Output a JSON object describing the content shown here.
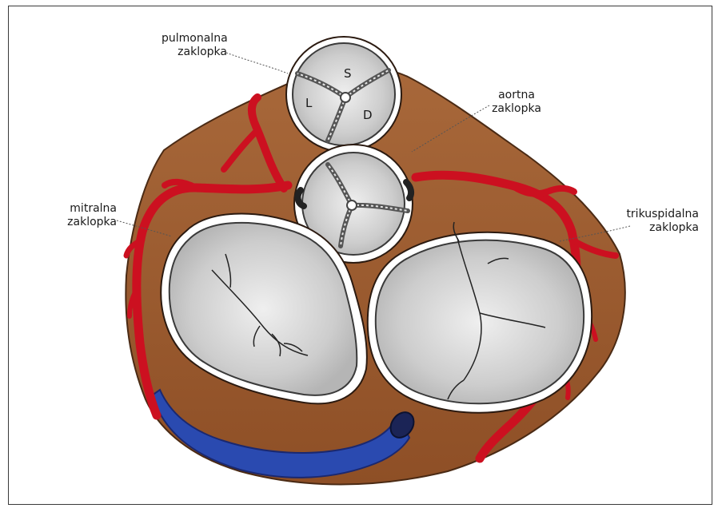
{
  "labels": {
    "pulmonary_1": "pulmonalna",
    "pulmonary_2": "zaklopka",
    "aortic_1": "aortna",
    "aortic_2": "zaklopka",
    "mitral_1": "mitralna",
    "mitral_2": "zaklopka",
    "tricuspid_1": "trikuspidalna",
    "tricuspid_2": "zaklopka"
  },
  "leaflets": {
    "s": "S",
    "l": "L",
    "d": "D"
  },
  "colors": {
    "heart_tissue": "#9a5a2e",
    "artery": "#cc1020",
    "vein": "#2a4ab0",
    "valve_fill": "#cfcfcf",
    "valve_ring": "#ffffff",
    "outline": "#2b1a10"
  }
}
